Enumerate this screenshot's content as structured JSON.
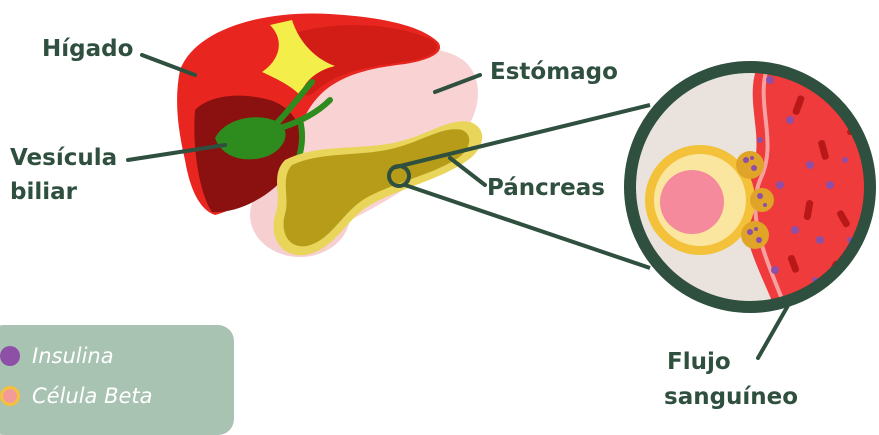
{
  "labels": {
    "liver": "Hígado",
    "stomach": "Estómago",
    "gallbladder_line1": "Vesícula",
    "gallbladder_line2": "biliar",
    "pancreas": "Páncreas",
    "bloodflow_line1": "Flujo",
    "bloodflow_line2": "sanguíneo"
  },
  "legend": {
    "items": [
      {
        "label": "Insulina",
        "color": "#8e4fa6",
        "icon": "circle-marker"
      },
      {
        "label": "Célula Beta",
        "color": "#f39a9a",
        "icon": "circle-marker"
      }
    ]
  },
  "colors": {
    "label_text": "#2f4f3f",
    "liver": "#e8261f",
    "liver_dark": "#8b1010",
    "stomach": "#f9d2d3",
    "pancreas": "#b79c1a",
    "gallbladder": "#2e8b1e",
    "bile_yellow": "#f3ee4a",
    "magnifier_ring": "#2f4f3f",
    "blood": "#ef3b3b",
    "beta_cell_ring": "#f3c23a",
    "insulin": "#8e4fa6",
    "legend_bg": "#a9c3b3"
  }
}
